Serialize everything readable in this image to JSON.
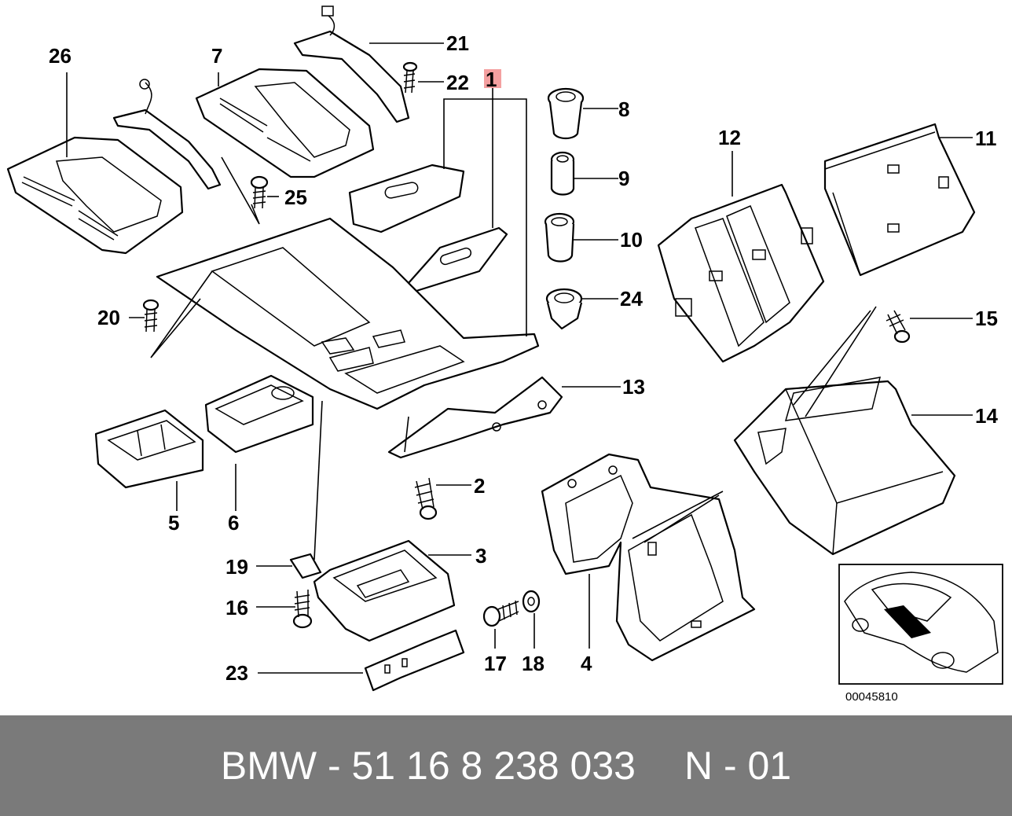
{
  "diagram": {
    "callouts": {
      "c1": "1",
      "c2": "2",
      "c3": "3",
      "c4": "4",
      "c5": "5",
      "c6": "6",
      "c7": "7",
      "c8": "8",
      "c9": "9",
      "c10": "10",
      "c11": "11",
      "c12": "12",
      "c13": "13",
      "c14": "14",
      "c15": "15",
      "c16": "16",
      "c17": "17",
      "c18": "18",
      "c19": "19",
      "c20": "20",
      "c21": "21",
      "c22": "22",
      "c23": "23",
      "c24": "24",
      "c25": "25",
      "c26": "26"
    },
    "highlight_color": "#f4a0a0",
    "reference_number": "00045810"
  },
  "footer": {
    "part_number": "BMW - 51 16 8 238 033",
    "page_ref": "N - 01"
  }
}
